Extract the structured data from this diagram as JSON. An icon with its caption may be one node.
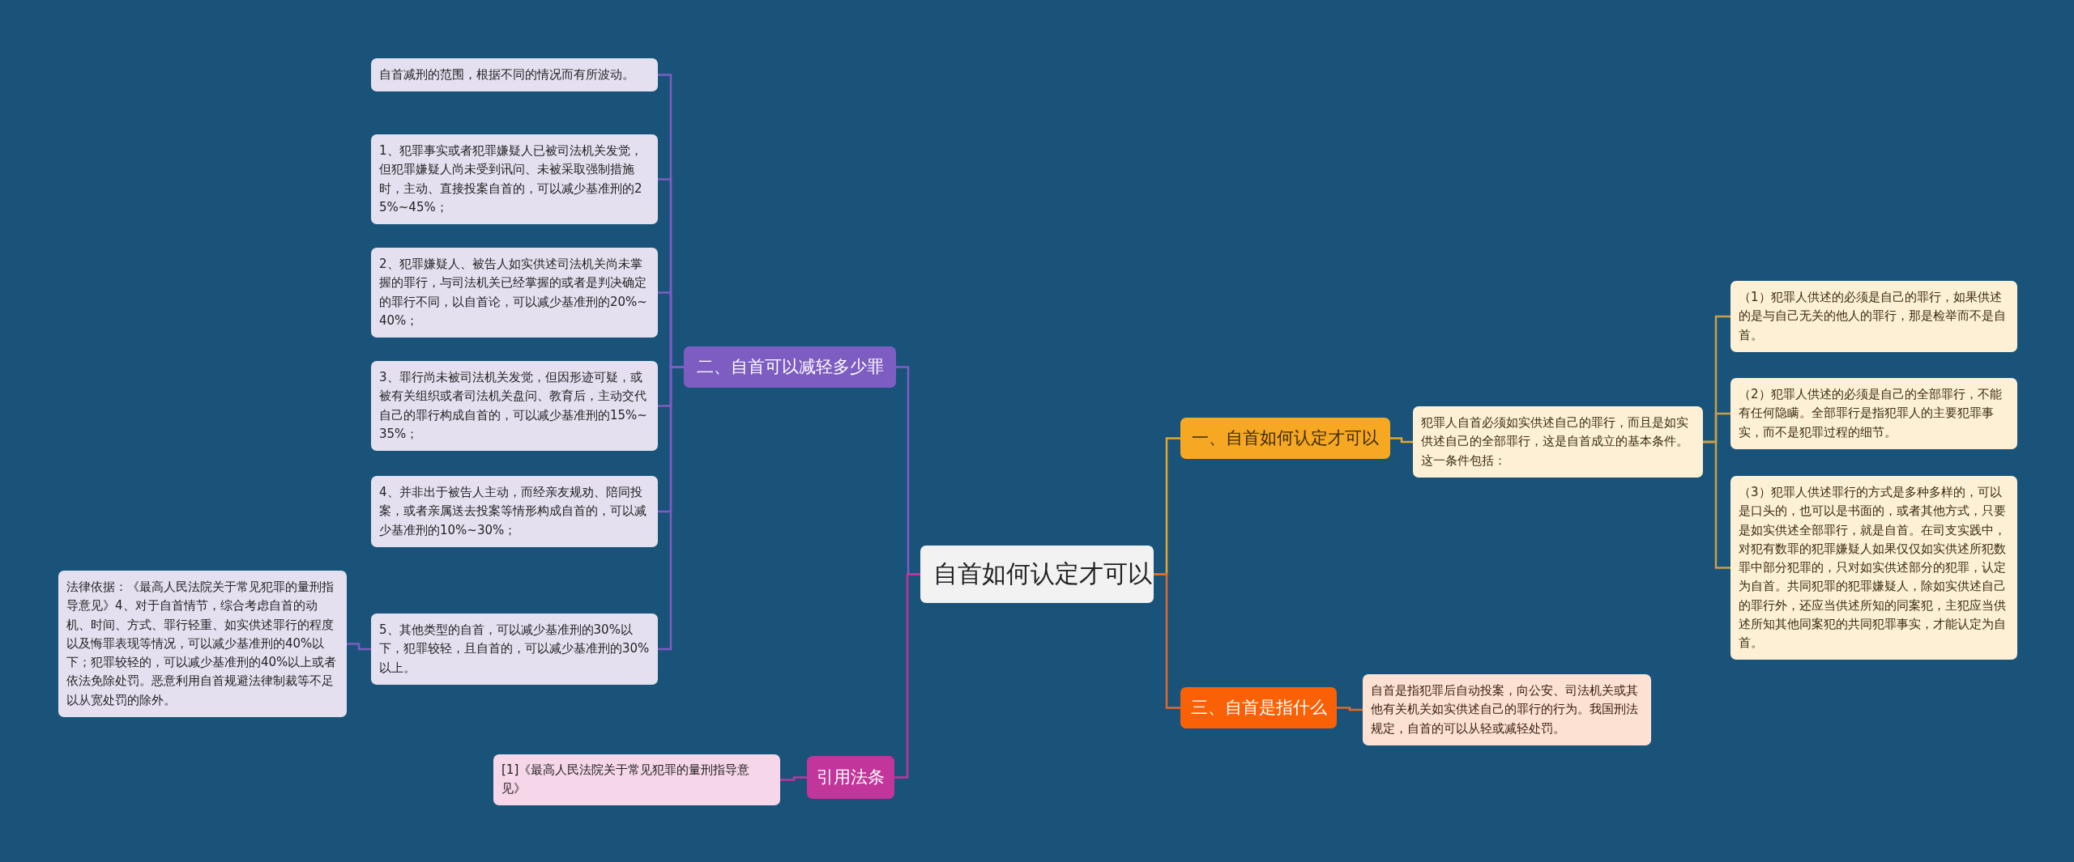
{
  "diagram": {
    "nodes": [
      {
        "text": [
          "自首如何认定才可以"
        ]
      },
      {
        "text": [
          "二、自首可以减轻多少罪"
        ]
      },
      {
        "text": [
          "自首减刑的范围，根据不同的情况而有所波动。"
        ]
      },
      {
        "text": [
          "1、犯罪事实或者犯罪嫌疑人已被司法机关发觉，但犯罪嫌疑人尚未受到讯问、未被采取强制措施时，主动、直接投案自首的，可以减少基准刑的25%~45%；"
        ]
      },
      {
        "text": [
          "2、犯罪嫌疑人、被告人如实供述司法机关尚未掌握的罪行，与司法机关已经掌握的或者是判决确定的罪行不同，以自首论，可以减少基准刑的20%~40%；"
        ]
      },
      {
        "text": [
          "3、罪行尚未被司法机关发觉，但因形迹可疑，或被有关组织或者司法机关盘问、教育后，主动交代自己的罪行构成自首的，可以减少基准刑的15%~35%；"
        ]
      },
      {
        "text": [
          "4、并非出于被告人主动，而经亲友规劝、陪同投案，或者亲属送去投案等情形构成自首的，可以减少基准刑的10%~30%；"
        ]
      },
      {
        "text": [
          "5、其他类型的自首，可以减少基准刑的30%以下，犯罪较轻，且自首的，可以减少基准刑的30%以上。"
        ]
      },
      {
        "text": [
          "法律依据：《最高人民法院关于常见犯罪的量刑指导意见》4、对于自首情节，综合考虑自首的动机、时间、方式、罪行轻重、如实供述罪行的程度以及悔罪表现等情况，可以减少基准刑的40%以下；犯罪较轻的，可以减少基准刑的40%以上或者依法免除处罚。恶意利用自首规避法律制裁等不足以从宽处罚的除外。"
        ]
      },
      {
        "text": [
          "引用法条"
        ]
      },
      {
        "text": [
          "[1]《最高人民法院关于常见犯罪的量刑指导意见》"
        ]
      },
      {
        "text": [
          "一、自首如何认定才可以"
        ]
      },
      {
        "text": [
          "犯罪人自首必须如实供述自己的罪行，而且是如实供述自己的全部罪行，这是自首成立的基本条件。这一条件包括："
        ]
      },
      {
        "text": [
          "（1）犯罪人供述的必须是自己的罪行，如果供述的是与自己无关的他人的罪行，那是检举而不是自首。"
        ]
      },
      {
        "text": [
          "（2）犯罪人供述的必须是自己的全部罪行，不能有任何隐瞒。全部罪行是指犯罪人的主要犯罪事实，而不是犯罪过程的细节。"
        ]
      },
      {
        "text": [
          "（3）犯罪人供述罪行的方式是多种多样的，可以是口头的，也可以是书面的，或者其他方式，只要是如实供述全部罪行，就是自首。在司支实践中，对犯有数罪的犯罪嫌疑人如果仅仅如实供述所犯数罪中部分犯罪的，只对如实供述部分的犯罪，认定为自首。共同犯罪的犯罪嫌疑人，除如实供述自己的罪行外，还应当供述所知的同案犯，主犯应当供述所知其他同案犯的共同犯罪事实，才能认定为自首。"
        ]
      },
      {
        "text": [
          "三、自首是指什么"
        ]
      },
      {
        "text": [
          "自首是指犯罪后自动投案，向公安、司法机关或其他有关机关如实供述自己的罪行的行为。我国刑法规定，自首的可以从轻或减轻处罚。"
        ]
      }
    ],
    "edges": [
      {
        "from": 0,
        "to": 1,
        "arrow": "none"
      },
      {
        "from": 1,
        "to": 2,
        "arrow": "none"
      },
      {
        "from": 1,
        "to": 3,
        "arrow": "none"
      },
      {
        "from": 1,
        "to": 4,
        "arrow": "none"
      },
      {
        "from": 1,
        "to": 5,
        "arrow": "none"
      },
      {
        "from": 1,
        "to": 6,
        "arrow": "none"
      },
      {
        "from": 1,
        "to": 7,
        "arrow": "none"
      },
      {
        "from": 7,
        "to": 8,
        "arrow": "none"
      },
      {
        "from": 0,
        "to": 9,
        "arrow": "none",
        "color": "#c2359a"
      },
      {
        "from": 9,
        "to": 10,
        "arrow": "none",
        "color": "#c2359a"
      },
      {
        "from": 0,
        "to": 11,
        "arrow": "none",
        "color": "#e6a829"
      },
      {
        "from": 11,
        "to": 12,
        "arrow": "none",
        "color": "#e6a829"
      },
      {
        "from": 12,
        "to": 13,
        "arrow": "none",
        "color": "#c9a04a"
      },
      {
        "from": 12,
        "to": 14,
        "arrow": "none",
        "color": "#c9a04a"
      },
      {
        "from": 12,
        "to": 15,
        "arrow": "none",
        "color": "#c9a04a"
      },
      {
        "from": 0,
        "to": 16,
        "arrow": "none",
        "color": "#e2692b"
      },
      {
        "from": 16,
        "to": 17,
        "arrow": "none",
        "color": "#e2692b"
      }
    ]
  }
}
